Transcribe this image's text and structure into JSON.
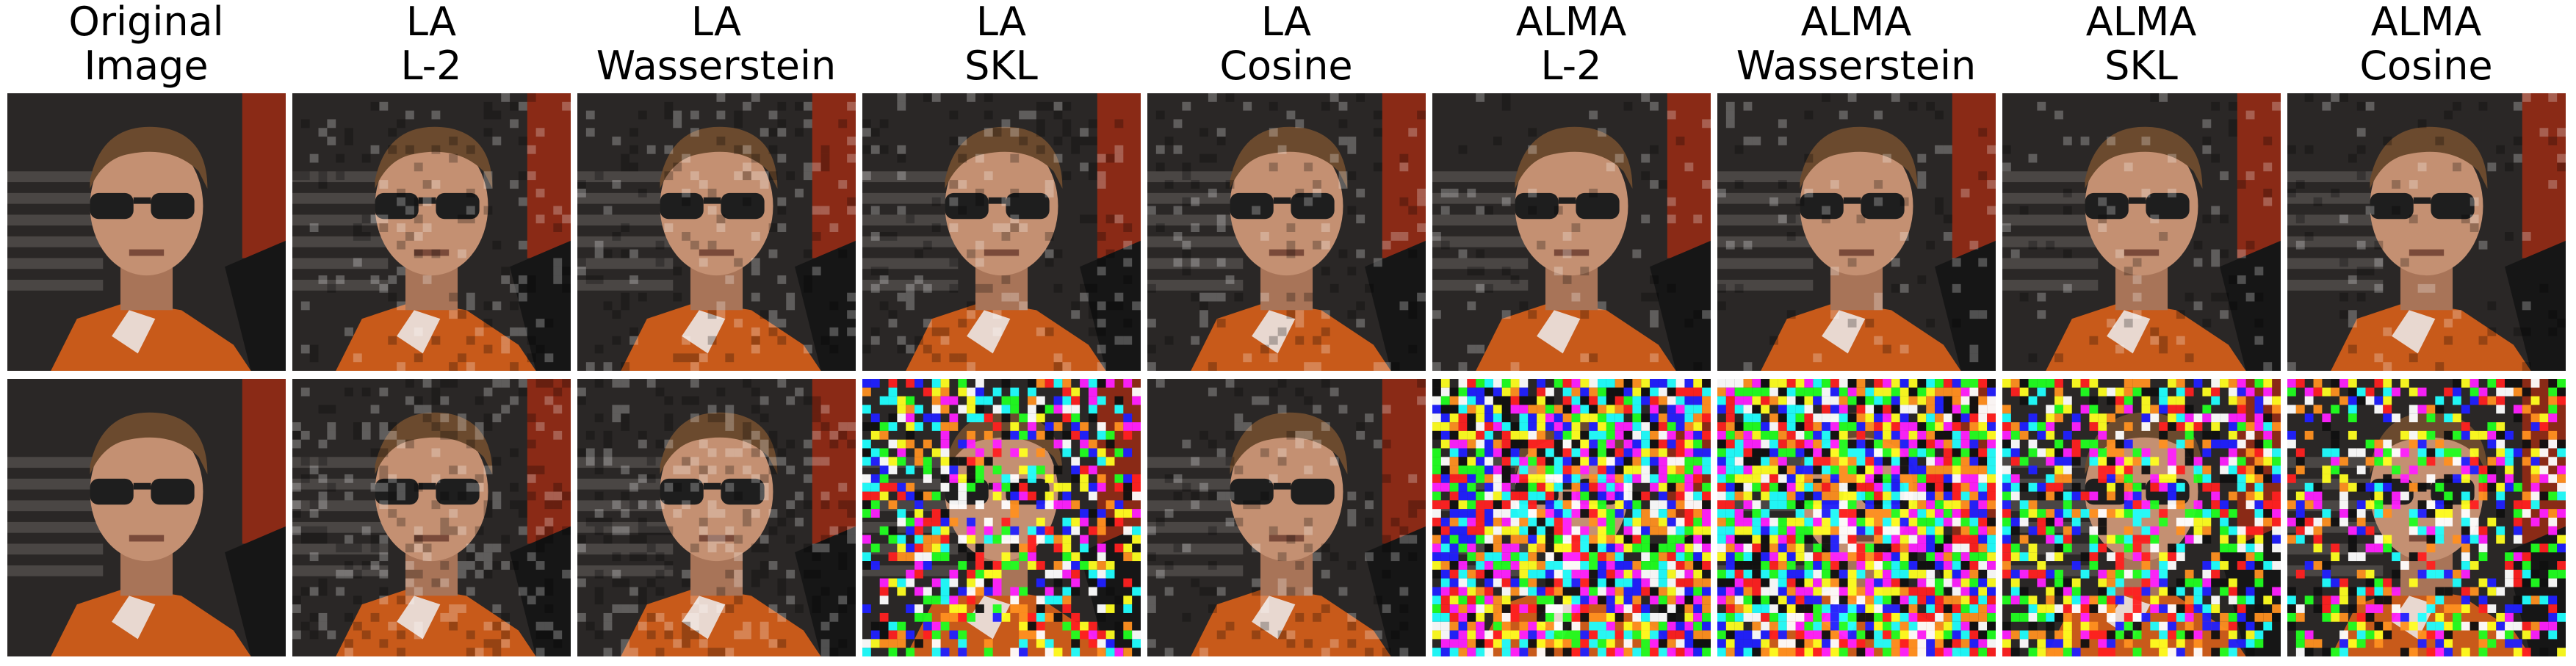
{
  "figure": {
    "columns": [
      {
        "line1": "Original",
        "line2": "Image"
      },
      {
        "line1": "LA",
        "line2": "L-2"
      },
      {
        "line1": "LA",
        "line2": "Wasserstein"
      },
      {
        "line1": "LA",
        "line2": "SKL"
      },
      {
        "line1": "LA",
        "line2": "Cosine"
      },
      {
        "line1": "ALMA",
        "line2": "L-2"
      },
      {
        "line1": "ALMA",
        "line2": "Wasserstein"
      },
      {
        "line1": "ALMA",
        "line2": "SKL"
      },
      {
        "line1": "ALMA",
        "line2": "Cosine"
      }
    ],
    "rows": [
      {
        "tiles": [
          {
            "noise_level": 0.0
          },
          {
            "noise_level": 0.15
          },
          {
            "noise_level": 0.15
          },
          {
            "noise_level": 0.18
          },
          {
            "noise_level": 0.14
          },
          {
            "noise_level": 0.08
          },
          {
            "noise_level": 0.08
          },
          {
            "noise_level": 0.1
          },
          {
            "noise_level": 0.09
          }
        ]
      },
      {
        "tiles": [
          {
            "noise_level": 0.0
          },
          {
            "noise_level": 0.25
          },
          {
            "noise_level": 0.25
          },
          {
            "noise_level": 0.55
          },
          {
            "noise_level": 0.15
          },
          {
            "noise_level": 0.9
          },
          {
            "noise_level": 0.95
          },
          {
            "noise_level": 0.6
          },
          {
            "noise_level": 0.5
          }
        ]
      }
    ],
    "colors": {
      "background": "#ffffff",
      "shirt": "#c85a1a",
      "skin": "#c49072",
      "hair": "#6b4a2e",
      "glasses": "#1e1e1e",
      "backdrop": "#2a2726",
      "red_pillar": "#8a2a16"
    }
  }
}
